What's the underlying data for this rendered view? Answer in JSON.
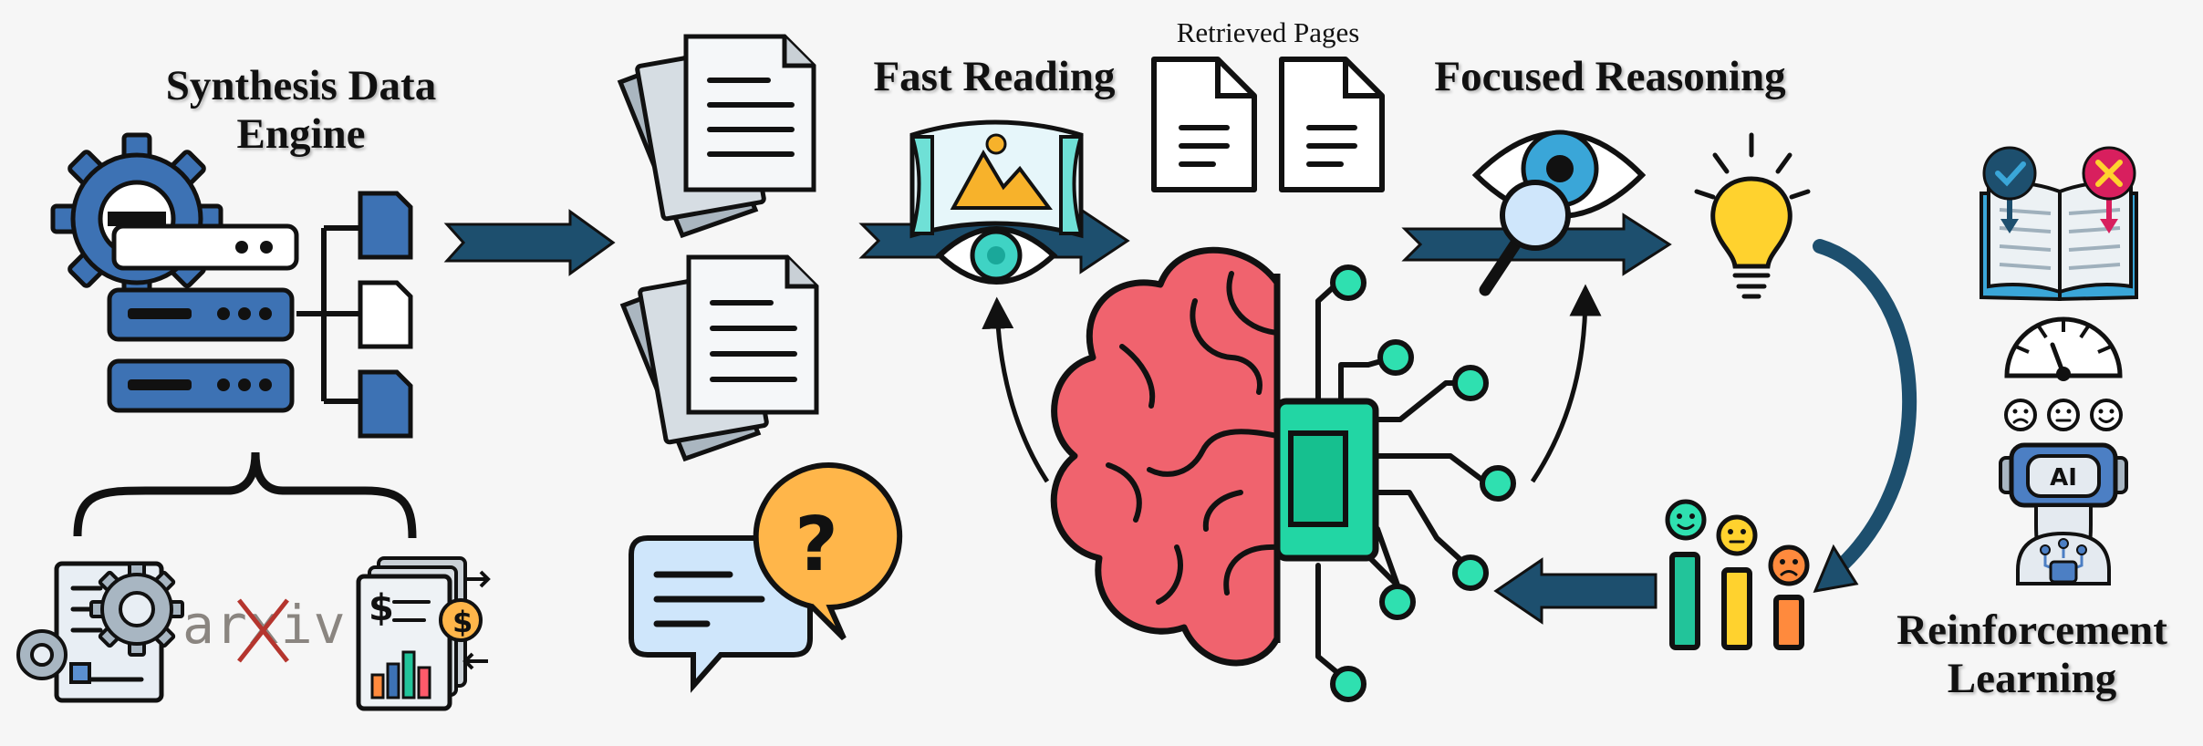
{
  "labels": {
    "synthesis_line1": "Synthesis Data",
    "synthesis_line2": "Engine",
    "fast_reading": "Fast Reading",
    "retrieved_pages": "Retrieved Pages",
    "focused_reasoning": "Focused Reasoning",
    "reinforcement_line1": "Reinforcement",
    "reinforcement_line2": "Learning"
  },
  "logos": {
    "arxiv": "arxiv"
  },
  "icons": [
    "gear-server-icon",
    "document-stack-icon",
    "question-chat-icon",
    "panorama-image-icon",
    "eye-icon",
    "retrieved-page-icon",
    "eye-magnifier-icon",
    "lightbulb-icon",
    "brain-circuit-icon",
    "rating-bars-icon",
    "correct-wrong-book-icon",
    "feedback-gauge-icon",
    "ai-robot-icon",
    "document-gear-icon",
    "finance-report-icon"
  ],
  "colors": {
    "arrow": "#1d4f6e",
    "gear_blue": "#3d72b4",
    "brain_red": "#f0636e",
    "chip_green": "#22d6a4",
    "bulb_yellow": "#ffd22e",
    "bubble_orange": "#ffb64a",
    "bubble_blue": "#cfe6fb"
  }
}
